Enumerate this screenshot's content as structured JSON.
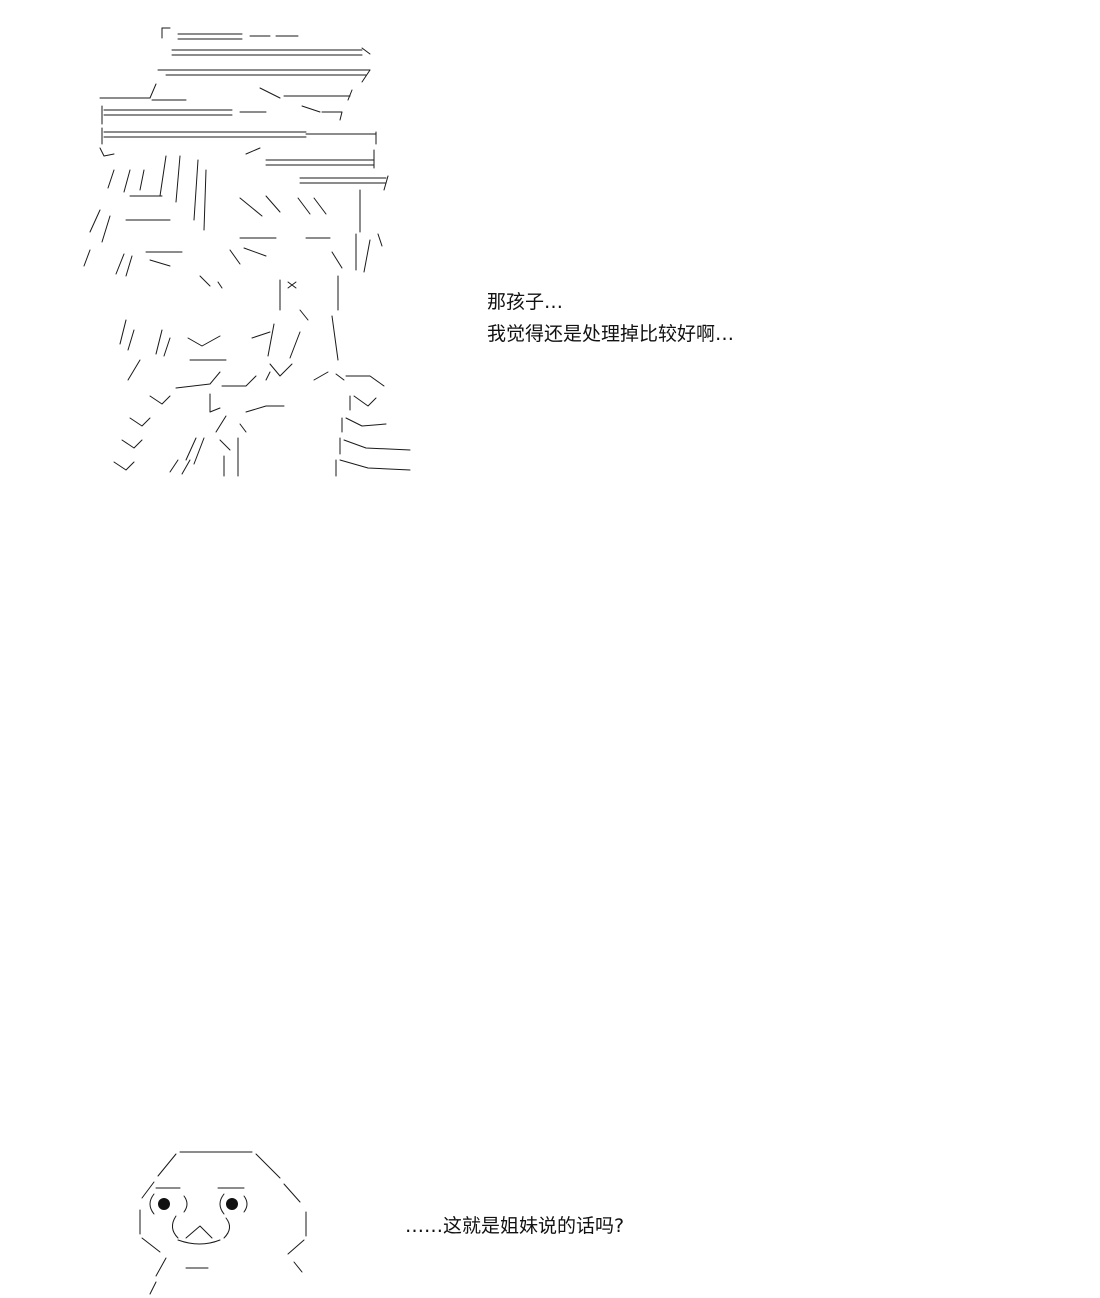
{
  "scene_1": {
    "figure_icon": "ascii-art-girl-with-hat",
    "lines": [
      "那孩子…",
      "我觉得还是处理掉比较好啊…"
    ]
  },
  "scene_2": {
    "figure_icon": "ascii-art-yaruo-face",
    "lines": [
      "……这就是姐妹说的话吗?"
    ]
  }
}
